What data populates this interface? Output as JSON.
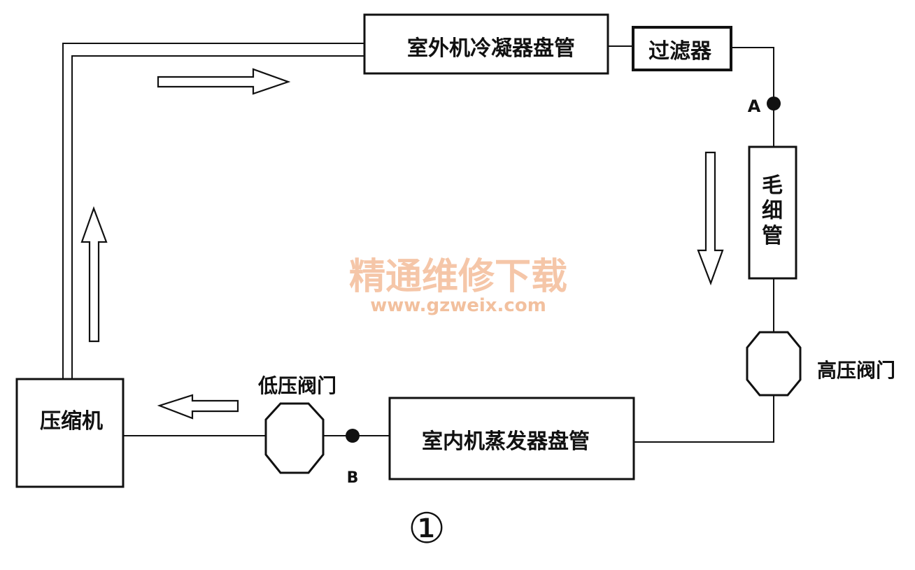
{
  "components": {
    "condenser": "室外机冷凝器盘管",
    "filter": "过滤器",
    "capillary": [
      "毛",
      "细",
      "管"
    ],
    "high_pressure_valve": "高压阀门",
    "evaporator": "室内机蒸发器盘管",
    "low_pressure_valve": "低压阀门",
    "compressor": "压缩机"
  },
  "points": {
    "a": "A",
    "b": "B"
  },
  "watermark": {
    "name": "精通维修下载",
    "url": "www.gzweix.com"
  },
  "figure_number": "①",
  "colors": {
    "line": "#111111",
    "watermark": "#f5c6a8"
  }
}
